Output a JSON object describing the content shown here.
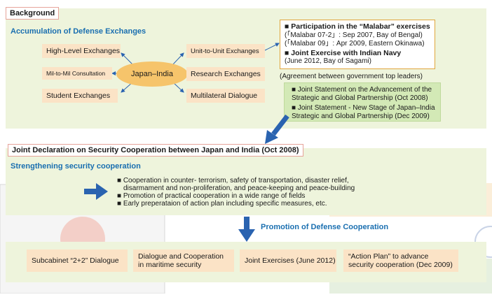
{
  "background": {
    "title": "Background",
    "subtitle": "Accumulation of Defense Exchanges",
    "hub": "Japan–India",
    "left_nodes": [
      "High-Level Exchanges",
      "Mil-to-Mil Consultation",
      "Student Exchanges"
    ],
    "right_nodes": [
      "Unit-to-Unit Exchanges",
      "Research Exchanges",
      "Multilateral Dialogue"
    ],
    "malabar": {
      "heading": "Participation in the “Malabar” exercises",
      "line1": "(「Malabar 07-2」: Sep 2007, Bay of Bengal)",
      "line2": "(「Malabar 09」: Apr 2009, Eastern Okinawa)",
      "heading2": "Joint Exercise with Indian Navy",
      "line3": "(June 2012, Bay of Sagami)"
    },
    "agreement_label": "(Agreement between government top leaders)",
    "statements": [
      "Joint Statement on the Advancement of the Strategic and Global Partnership (Oct 2008)",
      "Joint Statement - New Stage of Japan–India Strategic and Global Partnership (Dec 2009)"
    ]
  },
  "declaration": {
    "title": "Joint Declaration on Security Cooperation between Japan and India (Oct 2008)",
    "subtitle": "Strengthening security cooperation",
    "items": [
      "Cooperation in counter- terrorism, safety of transportation, disaster relief,",
      "disarmament and non-proliferation, and peace-keeping and peace-building",
      "Promotion of practical cooperation in a wide range of fields",
      "Early preperataion of action plan including specific measures, etc."
    ],
    "bullet_flags": [
      true,
      false,
      true,
      true
    ]
  },
  "promotion": {
    "label": "Promotion of Defense Cooperation",
    "boxes": [
      "Subcabinet “2+2” Dialogue",
      "Dialogue and Cooperation in maritime security",
      "Joint Exercises (June 2012)",
      "“Action Plan” to advance security cooperation (Dec 2009)"
    ]
  },
  "colors": {
    "panel": "#eef4dc",
    "node": "#fbe3c6",
    "hub": "#f6c46b",
    "accent_blue": "#1a6fb0",
    "arrow_blue": "#2a63b0",
    "title_border": "#e6a39a",
    "statement_box": "#d3e9b6"
  }
}
